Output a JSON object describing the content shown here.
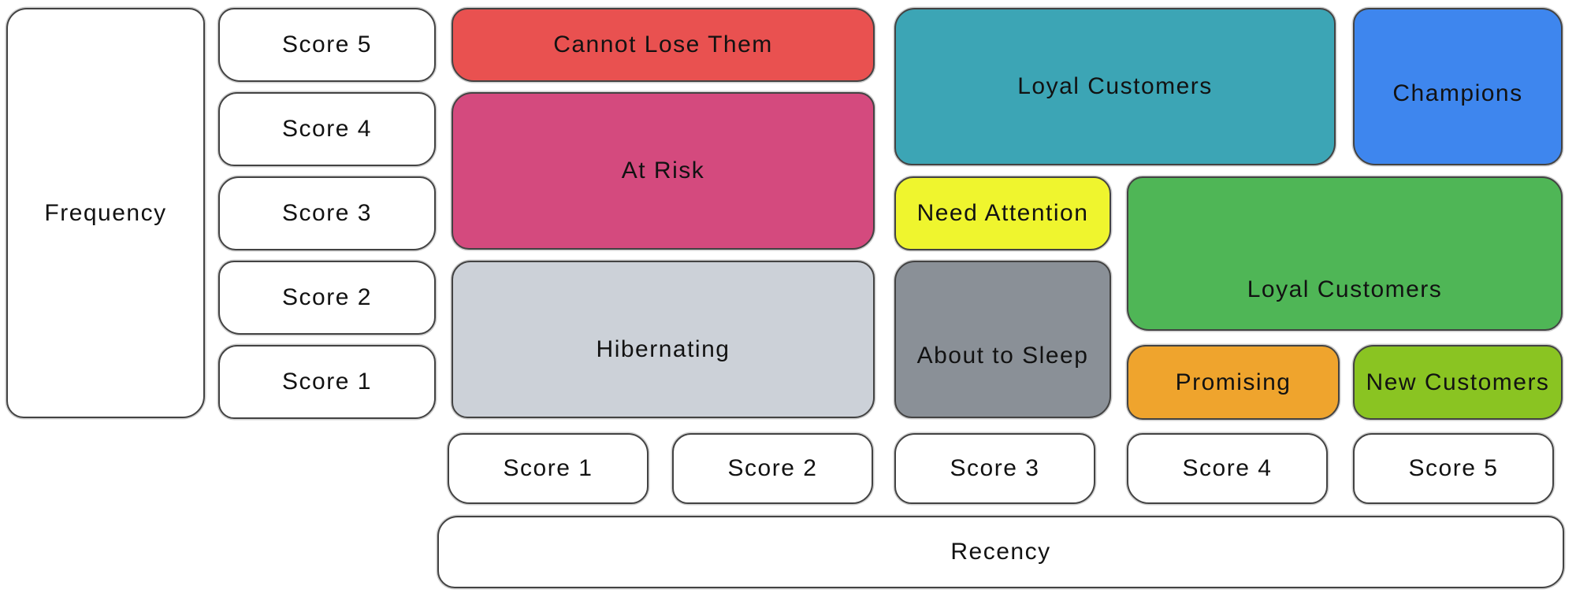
{
  "axes": {
    "frequency": {
      "label": "Frequency",
      "scores": [
        "Score 5",
        "Score 4",
        "Score 3",
        "Score 2",
        "Score 1"
      ]
    },
    "recency": {
      "label": "Recency",
      "scores": [
        "Score 1",
        "Score 2",
        "Score 3",
        "Score 4",
        "Score 5"
      ]
    }
  },
  "segments": {
    "cannot_lose_them": {
      "label": "Cannot Lose Them",
      "color": "#e95150"
    },
    "at_risk": {
      "label": "At Risk",
      "color": "#d44a7e"
    },
    "hibernating": {
      "label": "Hibernating",
      "color": "#ccd1d8"
    },
    "loyal_customers_top": {
      "label": "Loyal Customers",
      "color": "#3ca5b5"
    },
    "champions": {
      "label": "Champions",
      "color": "#3e86ee"
    },
    "need_attention": {
      "label": "Need Attention",
      "color": "#eff52e"
    },
    "about_to_sleep": {
      "label": "About to Sleep",
      "color": "#8a9097"
    },
    "loyal_customers_mid": {
      "label": "Loyal Customers",
      "color": "#4fb656"
    },
    "promising": {
      "label": "Promising",
      "color": "#efa42d"
    },
    "new_customers": {
      "label": "New Customers",
      "color": "#8ac422"
    }
  },
  "style": {
    "stroke_color": "#434343",
    "text_color": "#121212",
    "background_color": "#ffffff"
  }
}
